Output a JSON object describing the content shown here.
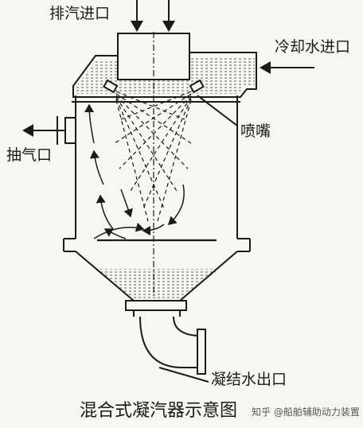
{
  "labels": {
    "steam_inlet": "排汽进口",
    "cooling_water_inlet": "冷却水进口",
    "nozzle": "喷嘴",
    "air_extraction": "抽气口",
    "condensate_outlet": "凝结水出口"
  },
  "caption": "混合式凝汽器示意图",
  "watermark": "知乎 @船舶辅助动力装置",
  "colors": {
    "line": "#1a1a1a",
    "background": "#f7f6f2"
  }
}
